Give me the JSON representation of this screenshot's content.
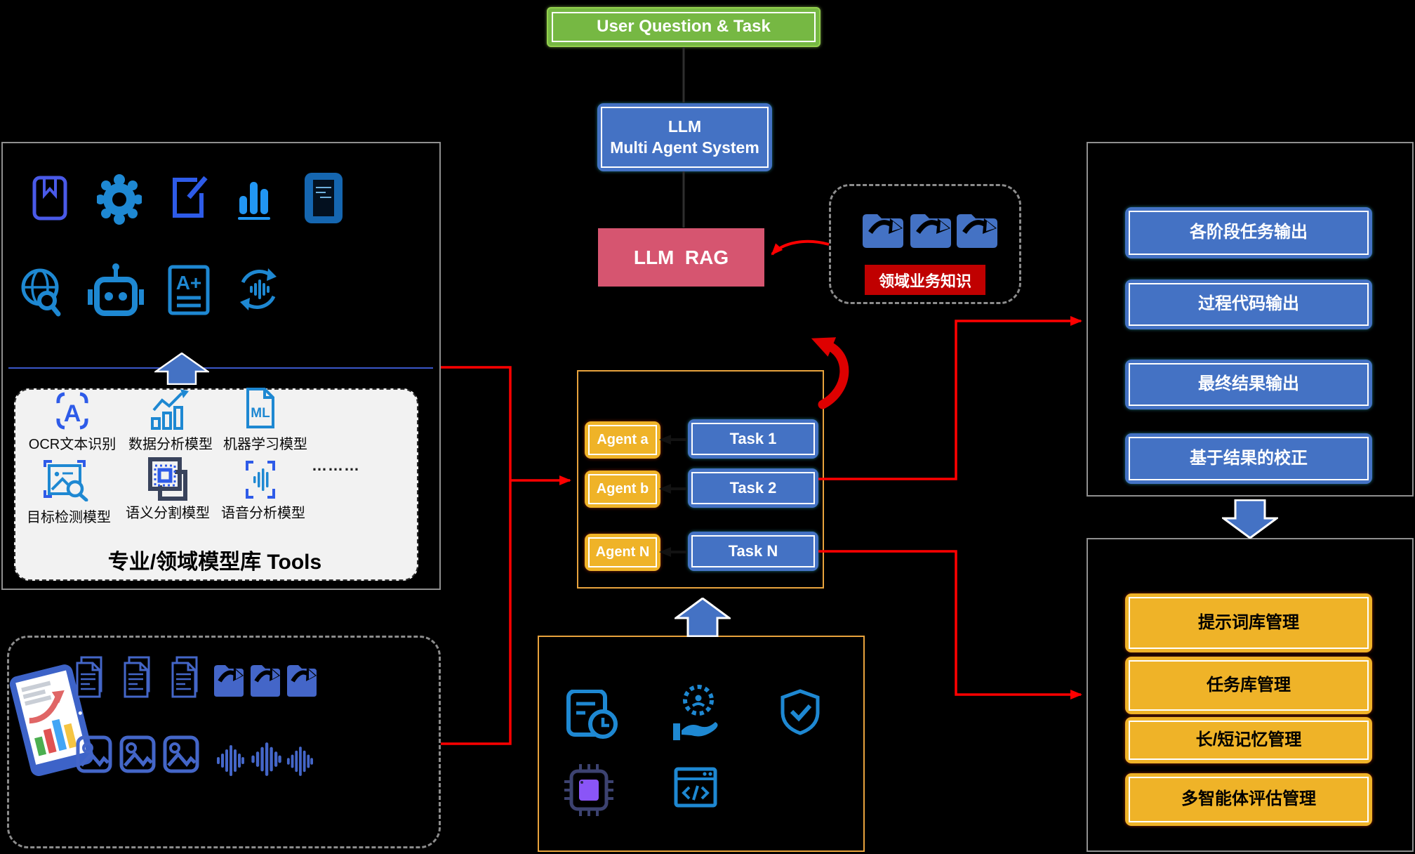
{
  "flow": {
    "user_question": "User Question & Task",
    "llm_system_line1": "LLM",
    "llm_system_line2": "Multi Agent System",
    "rag_label": "LLM  RAG",
    "knowledge_label": "领域业务知识"
  },
  "tools_panel": {
    "title": "专业/领域模型库 Tools",
    "top_icons": [
      "notebook-icon",
      "gear-icon",
      "edit-document-icon",
      "bar-chart-icon",
      "tablet-icon",
      "web-search-icon",
      "robot-icon",
      "grade-document-icon",
      "audio-loop-icon"
    ],
    "models": [
      {
        "icon": "ocr-icon",
        "label": "OCR文本识别"
      },
      {
        "icon": "data-analysis-icon",
        "label": "数据分析模型"
      },
      {
        "icon": "ml-document-icon",
        "label": "机器学习模型"
      },
      {
        "icon": "object-detection-icon",
        "label": "目标检测模型"
      },
      {
        "icon": "segmentation-icon",
        "label": "语义分割模型"
      },
      {
        "icon": "speech-analysis-icon",
        "label": "语音分析模型"
      }
    ],
    "ellipsis": "………"
  },
  "glyphs": {
    "ocr": "A",
    "grade": "A+",
    "ml": "ML"
  },
  "data_sources": {
    "icons": [
      "chart-tablet-icon",
      "document-icon",
      "folder-icon",
      "image-icon",
      "waveform-icon"
    ]
  },
  "agent_panel": {
    "agents": [
      "Agent a",
      "Agent b",
      "Agent N"
    ],
    "tasks": [
      "Task 1",
      "Task 2",
      "Task N"
    ]
  },
  "runtime_icons": [
    "report-clock-icon",
    "service-gear-icon",
    "shield-check-icon",
    "chip-icon",
    "code-window-icon"
  ],
  "outputs_panel": {
    "items": [
      "各阶段任务输出",
      "过程代码输出",
      "最终结果输出",
      "基于结果的校正"
    ]
  },
  "management_panel": {
    "items": [
      "提示词库管理",
      "任务库管理",
      "长/短记忆管理",
      "多智能体评估管理"
    ]
  },
  "colors": {
    "green": "#76B843",
    "blue": "#4472C4",
    "gold": "#EFB328",
    "pink": "#D65570",
    "label_red": "#C00000",
    "wire_red": "#FF0000",
    "orange_border": "#E8A33D",
    "icon_blue": "#1E88D2",
    "icon_indigo": "#3F55E0",
    "soft_blue": "#4472C4",
    "chip_purple": "#8A55F7"
  }
}
